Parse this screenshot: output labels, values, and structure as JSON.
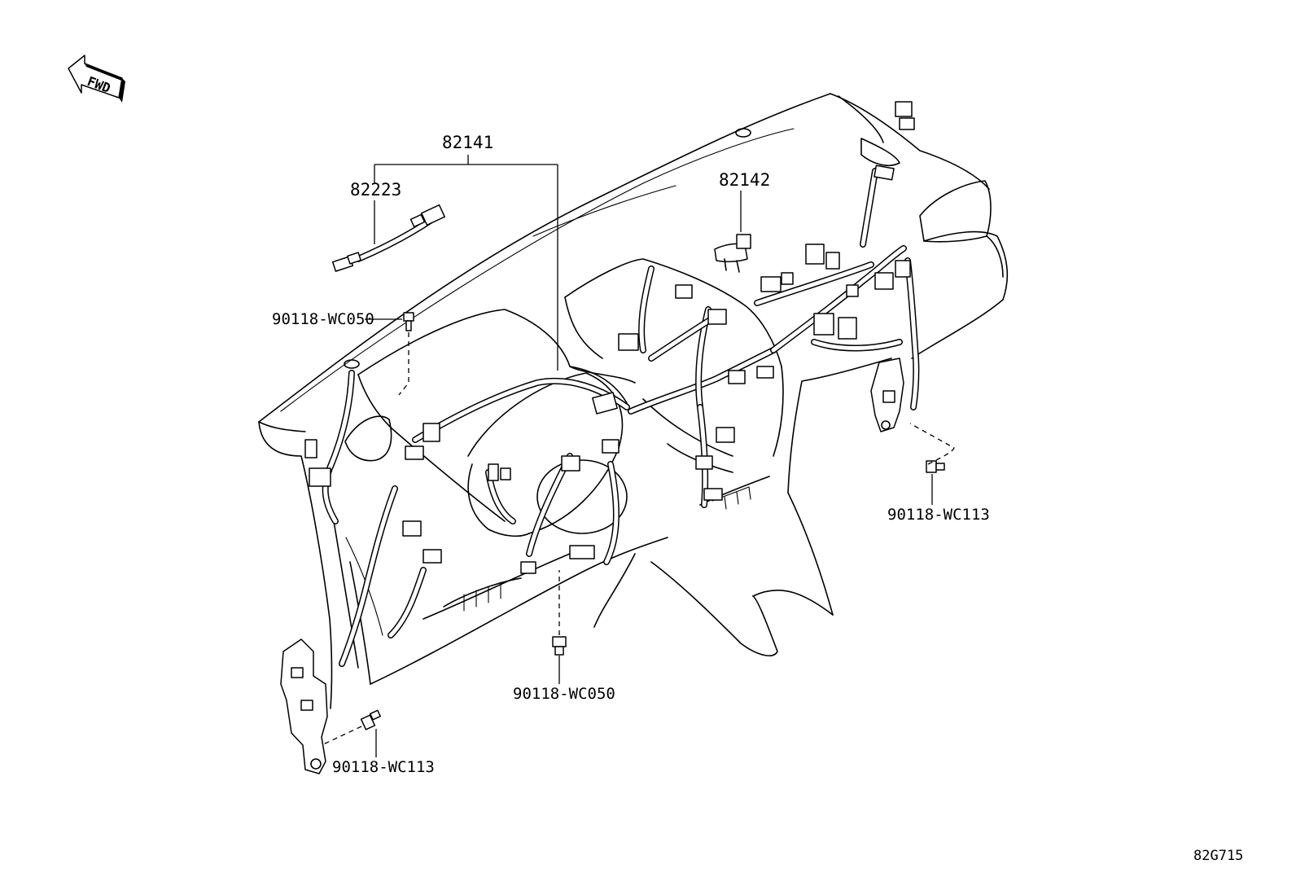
{
  "orientation": {
    "label": "FWD"
  },
  "callouts": {
    "harness_main": "82141",
    "harness_sub_a": "82223",
    "harness_sub_b": "82142",
    "bolt_upper_left": "90118-WC050",
    "bolt_lower_center": "90118-WC050",
    "bolt_right": "90118-WC113",
    "bolt_lower_left": "90118-WC113"
  },
  "figure_code": "82G715"
}
